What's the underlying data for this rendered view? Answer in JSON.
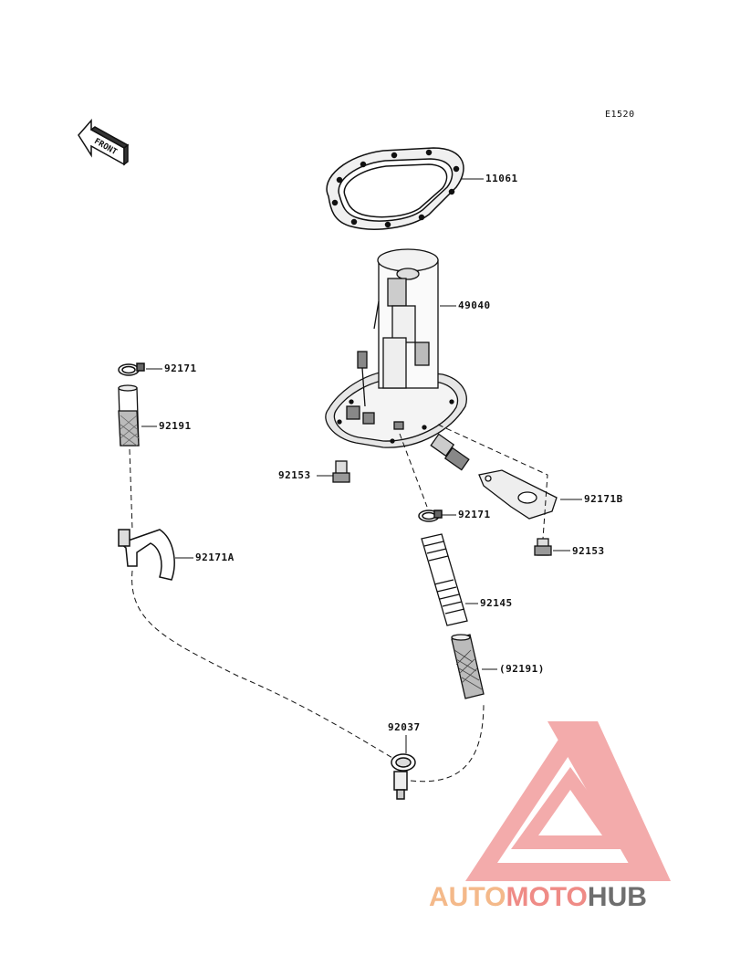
{
  "diagram": {
    "code": "E1520",
    "front_label": "FRONT",
    "parts": {
      "p11061": "11061",
      "p49040": "49040",
      "p92171_top": "92171",
      "p92191_top": "92191",
      "p92153_left": "92153",
      "p92171_mid": "92171",
      "p92171b": "92171B",
      "p92153_right": "92153",
      "p92171a": "92171A",
      "p92145": "92145",
      "p92191_paren": "(92191)",
      "p92037": "92037"
    }
  },
  "watermark": {
    "part1": "AUTO",
    "part2": "MOTO",
    "part3": "HUB",
    "colors": {
      "light": "#f4b98a",
      "mid": "#ef8b86",
      "dark": "#6e6e6e",
      "logo": "#f08f8f"
    }
  }
}
